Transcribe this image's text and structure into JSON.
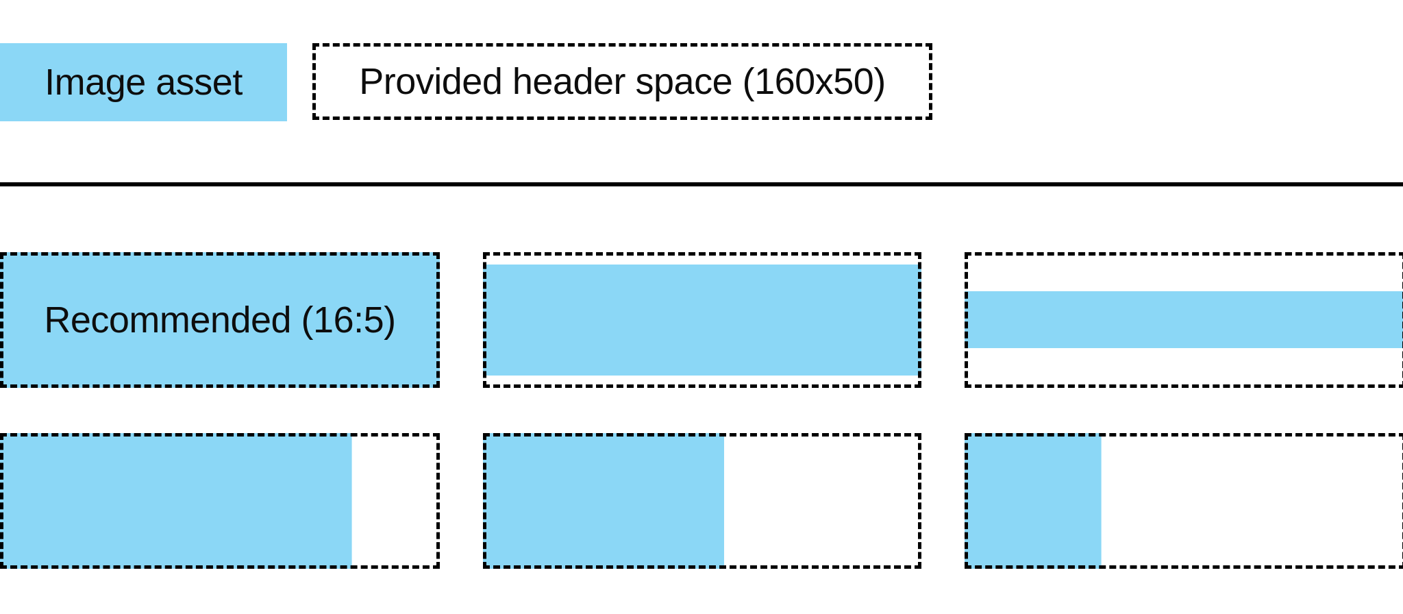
{
  "colors": {
    "asset_fill": "#8BD7F6",
    "outline": "#000000",
    "background": "#FFFFFF",
    "text": "#0D0D0D"
  },
  "legend": {
    "asset_swatch_label": "Image asset",
    "header_space_label": "Provided header space (160x50)"
  },
  "figures": [
    {
      "name": "example-recommended",
      "label": "Recommended (16:5)",
      "fill_width_pct": 100,
      "fill_height_pct": 100
    },
    {
      "name": "example-full-width-82pct-height",
      "fill_width_pct": 100,
      "fill_height_pct": 82
    },
    {
      "name": "example-full-width-42pct-height",
      "fill_width_pct": 100,
      "fill_height_pct": 42
    },
    {
      "name": "example-80pct-width-full-height",
      "fill_width_pct": 80,
      "fill_height_pct": 100
    },
    {
      "name": "example-55pct-width-full-height",
      "fill_width_pct": 55,
      "fill_height_pct": 100
    },
    {
      "name": "example-31pct-width-full-height",
      "fill_width_pct": 31,
      "fill_height_pct": 100
    }
  ]
}
